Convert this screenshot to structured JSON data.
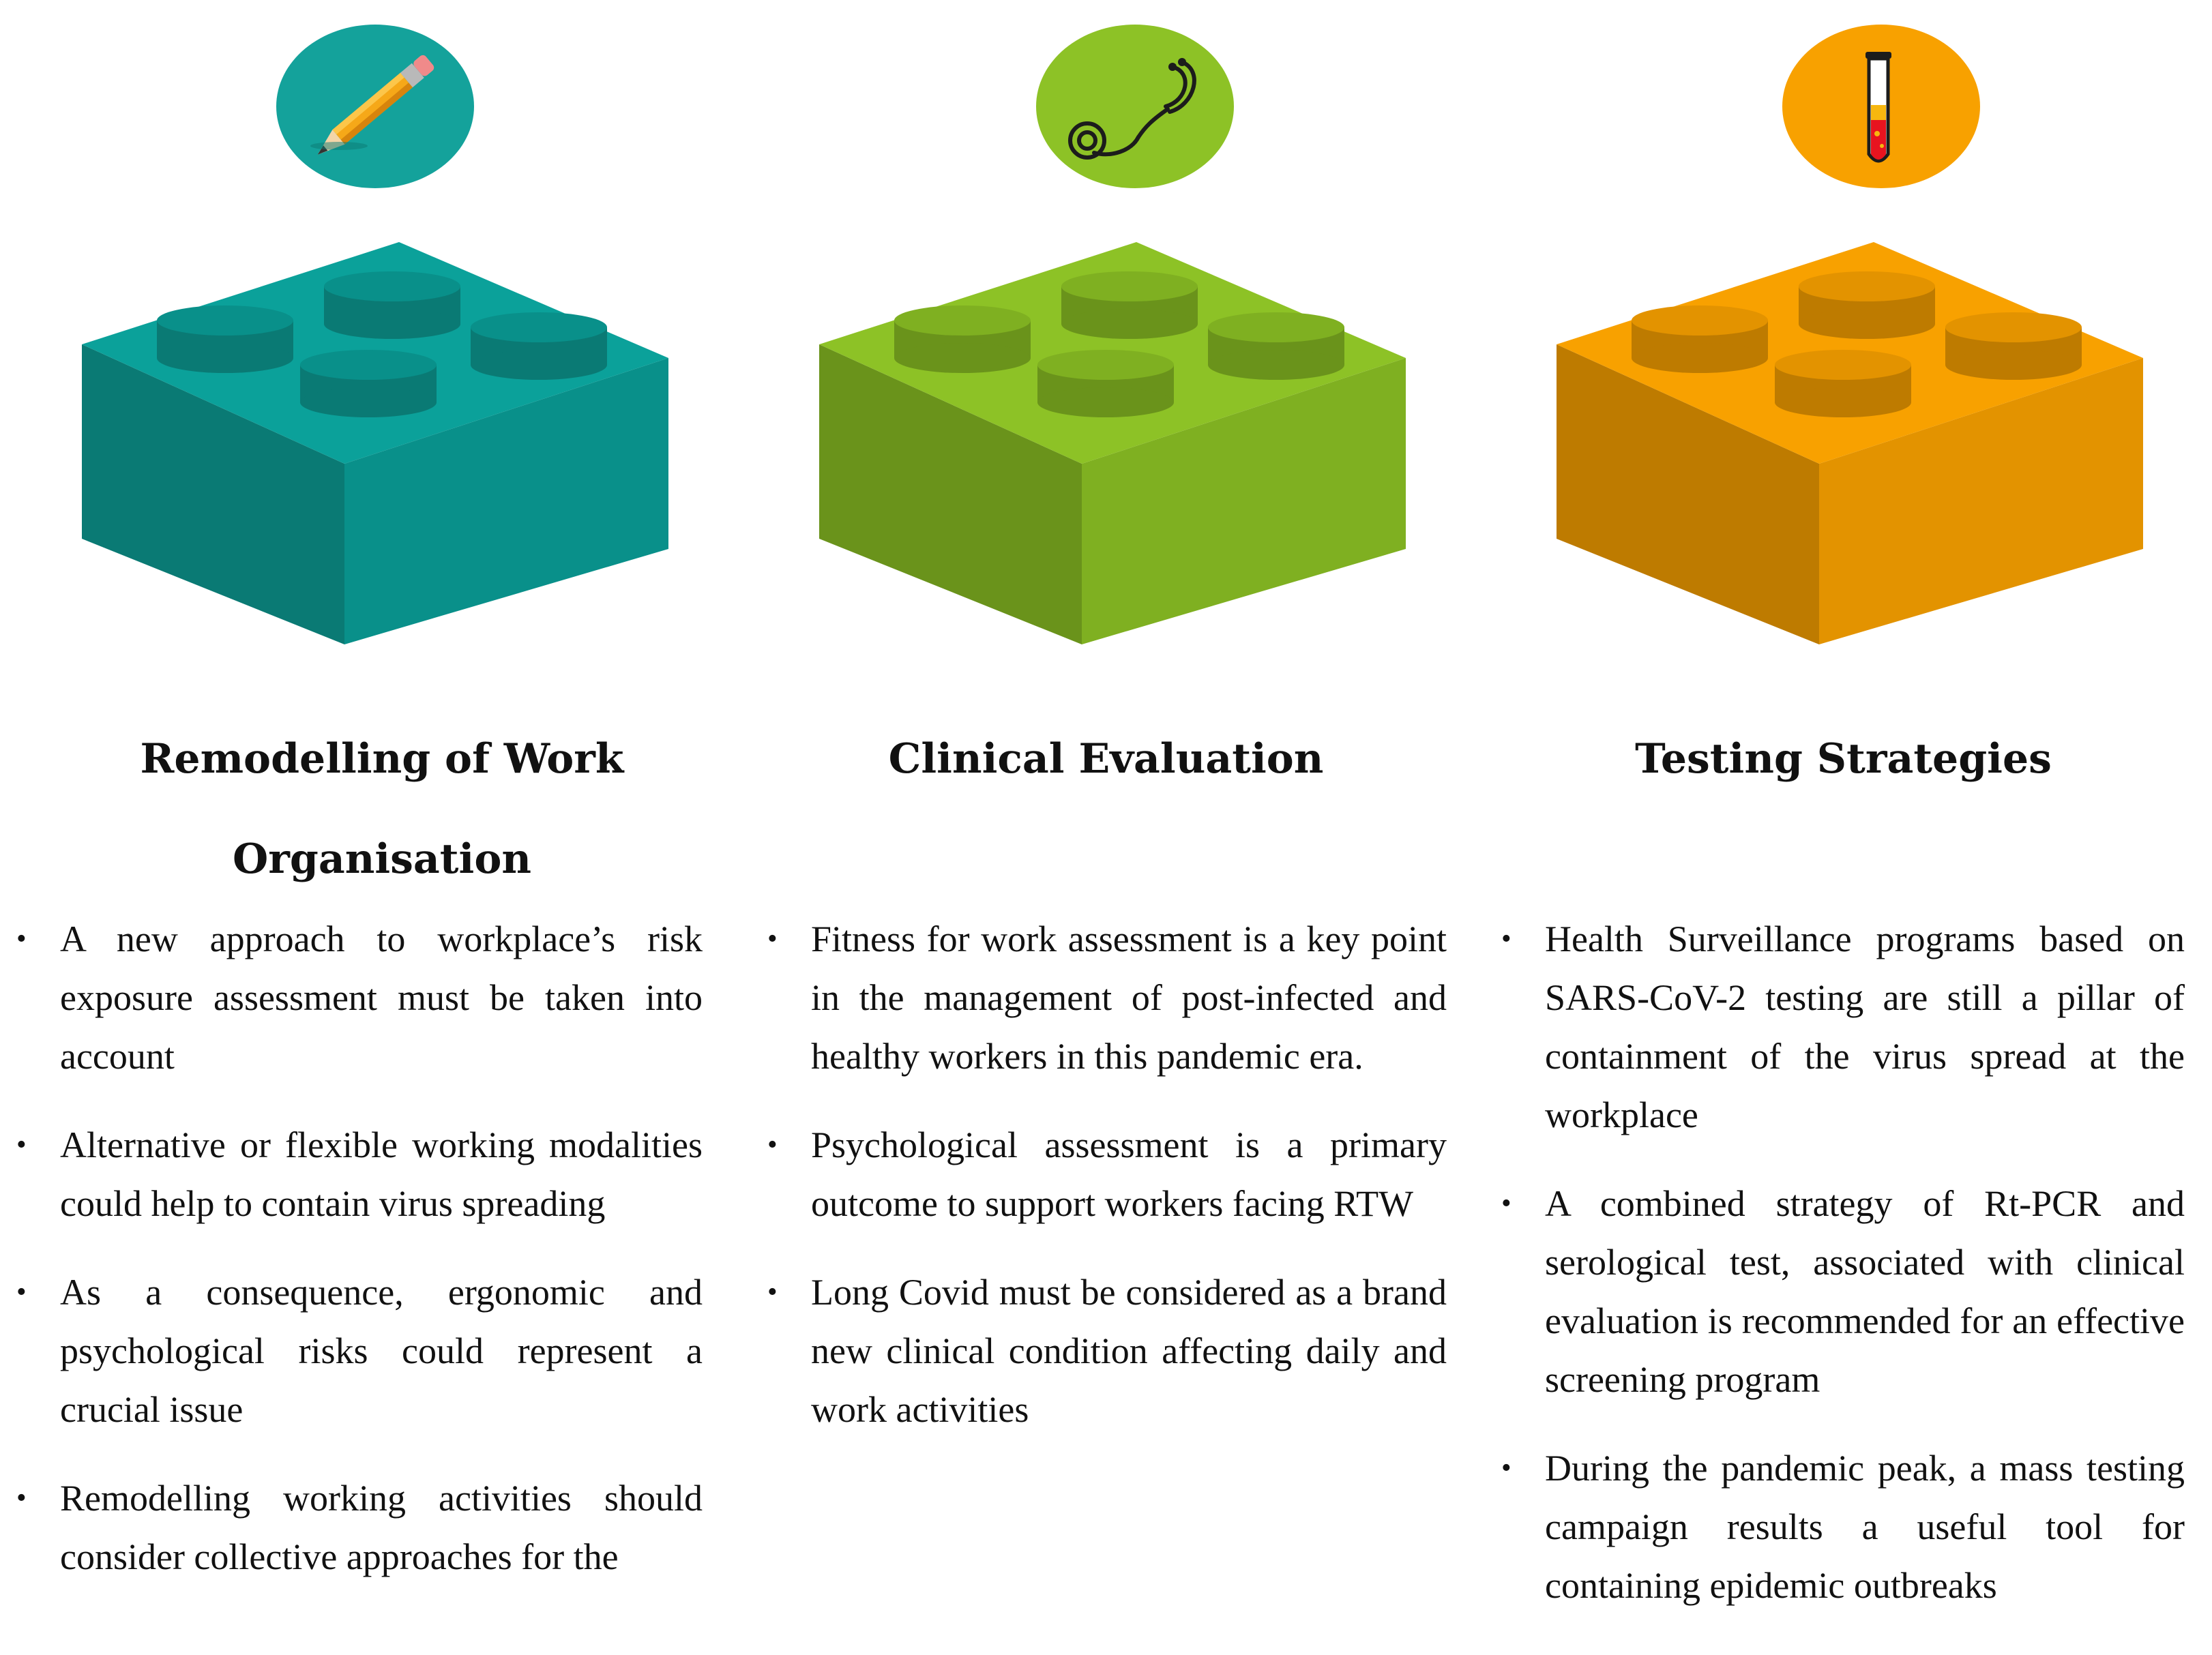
{
  "colors": {
    "teal": "#0ba19a",
    "green": "#8dc226",
    "orange": "#f8a100"
  },
  "columns": [
    {
      "icon": "pencil-icon",
      "brick_color": "#0ba19a",
      "brick_dark": "#0a7a74",
      "brick_front": "#09908a",
      "circle_color": "#14a29b",
      "heading": "Remodelling of Work Organisation",
      "bullets": [
        "A new approach to workplace’s risk exposure assessment must be taken into account",
        "Alternative or flexible working modalities could help to contain virus spreading",
        "As a consequence, ergonomic and psychological risks could represent a crucial issue",
        "Remodelling working activities should consider collective approaches for the"
      ]
    },
    {
      "icon": "stethoscope-icon",
      "brick_color": "#8dc226",
      "brick_dark": "#6a931b",
      "brick_front": "#7fb021",
      "circle_color": "#8dc226",
      "heading": "Clinical Evaluation",
      "bullets": [
        "Fitness for work assessment is a key point in the management of post-infected and healthy workers in this pandemic era.",
        "Psychological assessment is a primary outcome to support workers facing RTW",
        "Long Covid must be considered as a brand new clinical condition affecting daily and work activities"
      ]
    },
    {
      "icon": "test-tube-icon",
      "brick_color": "#f8a100",
      "brick_dark": "#be7b00",
      "brick_front": "#e39300",
      "circle_color": "#f8a100",
      "heading": "Testing Strategies",
      "bullets": [
        "Health Surveillance programs based on SARS-CoV-2 testing are still a pillar of containment of the virus spread at the workplace",
        "A combined strategy of Rt-PCR and serological test, associated with clinical evaluation is recommended for an effective screening program",
        "During the pandemic peak, a mass testing campaign results a useful tool for containing epidemic outbreaks"
      ]
    }
  ]
}
